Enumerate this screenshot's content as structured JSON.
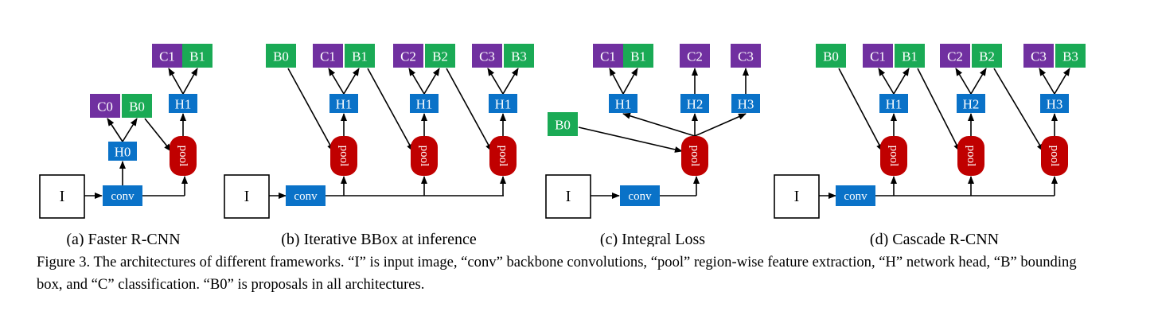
{
  "labels": {
    "input": "I",
    "conv": "conv",
    "pool": "pool",
    "C0": "C0",
    "C1": "C1",
    "C2": "C2",
    "C3": "C3",
    "B0": "B0",
    "B1": "B1",
    "B2": "B2",
    "B3": "B3",
    "H0": "H0",
    "H1": "H1",
    "H2": "H2",
    "H3": "H3"
  },
  "subcaptions": {
    "a": "(a) Faster R-CNN",
    "b": "(b) Iterative BBox at inference",
    "c": "(c) Integral Loss",
    "d": "(d) Cascade R-CNN"
  },
  "caption": "Figure 3. The architectures of different frameworks. “I” is input image, “conv” backbone convolutions, “pool” region-wise feature extraction, “H” network head, “B” bounding box, and “C” classification. “B0” is proposals in all architectures.",
  "colors": {
    "classification": "#7030a0",
    "bbox": "#1aaa55",
    "head": "#0a72c8",
    "pool": "#c00000"
  }
}
